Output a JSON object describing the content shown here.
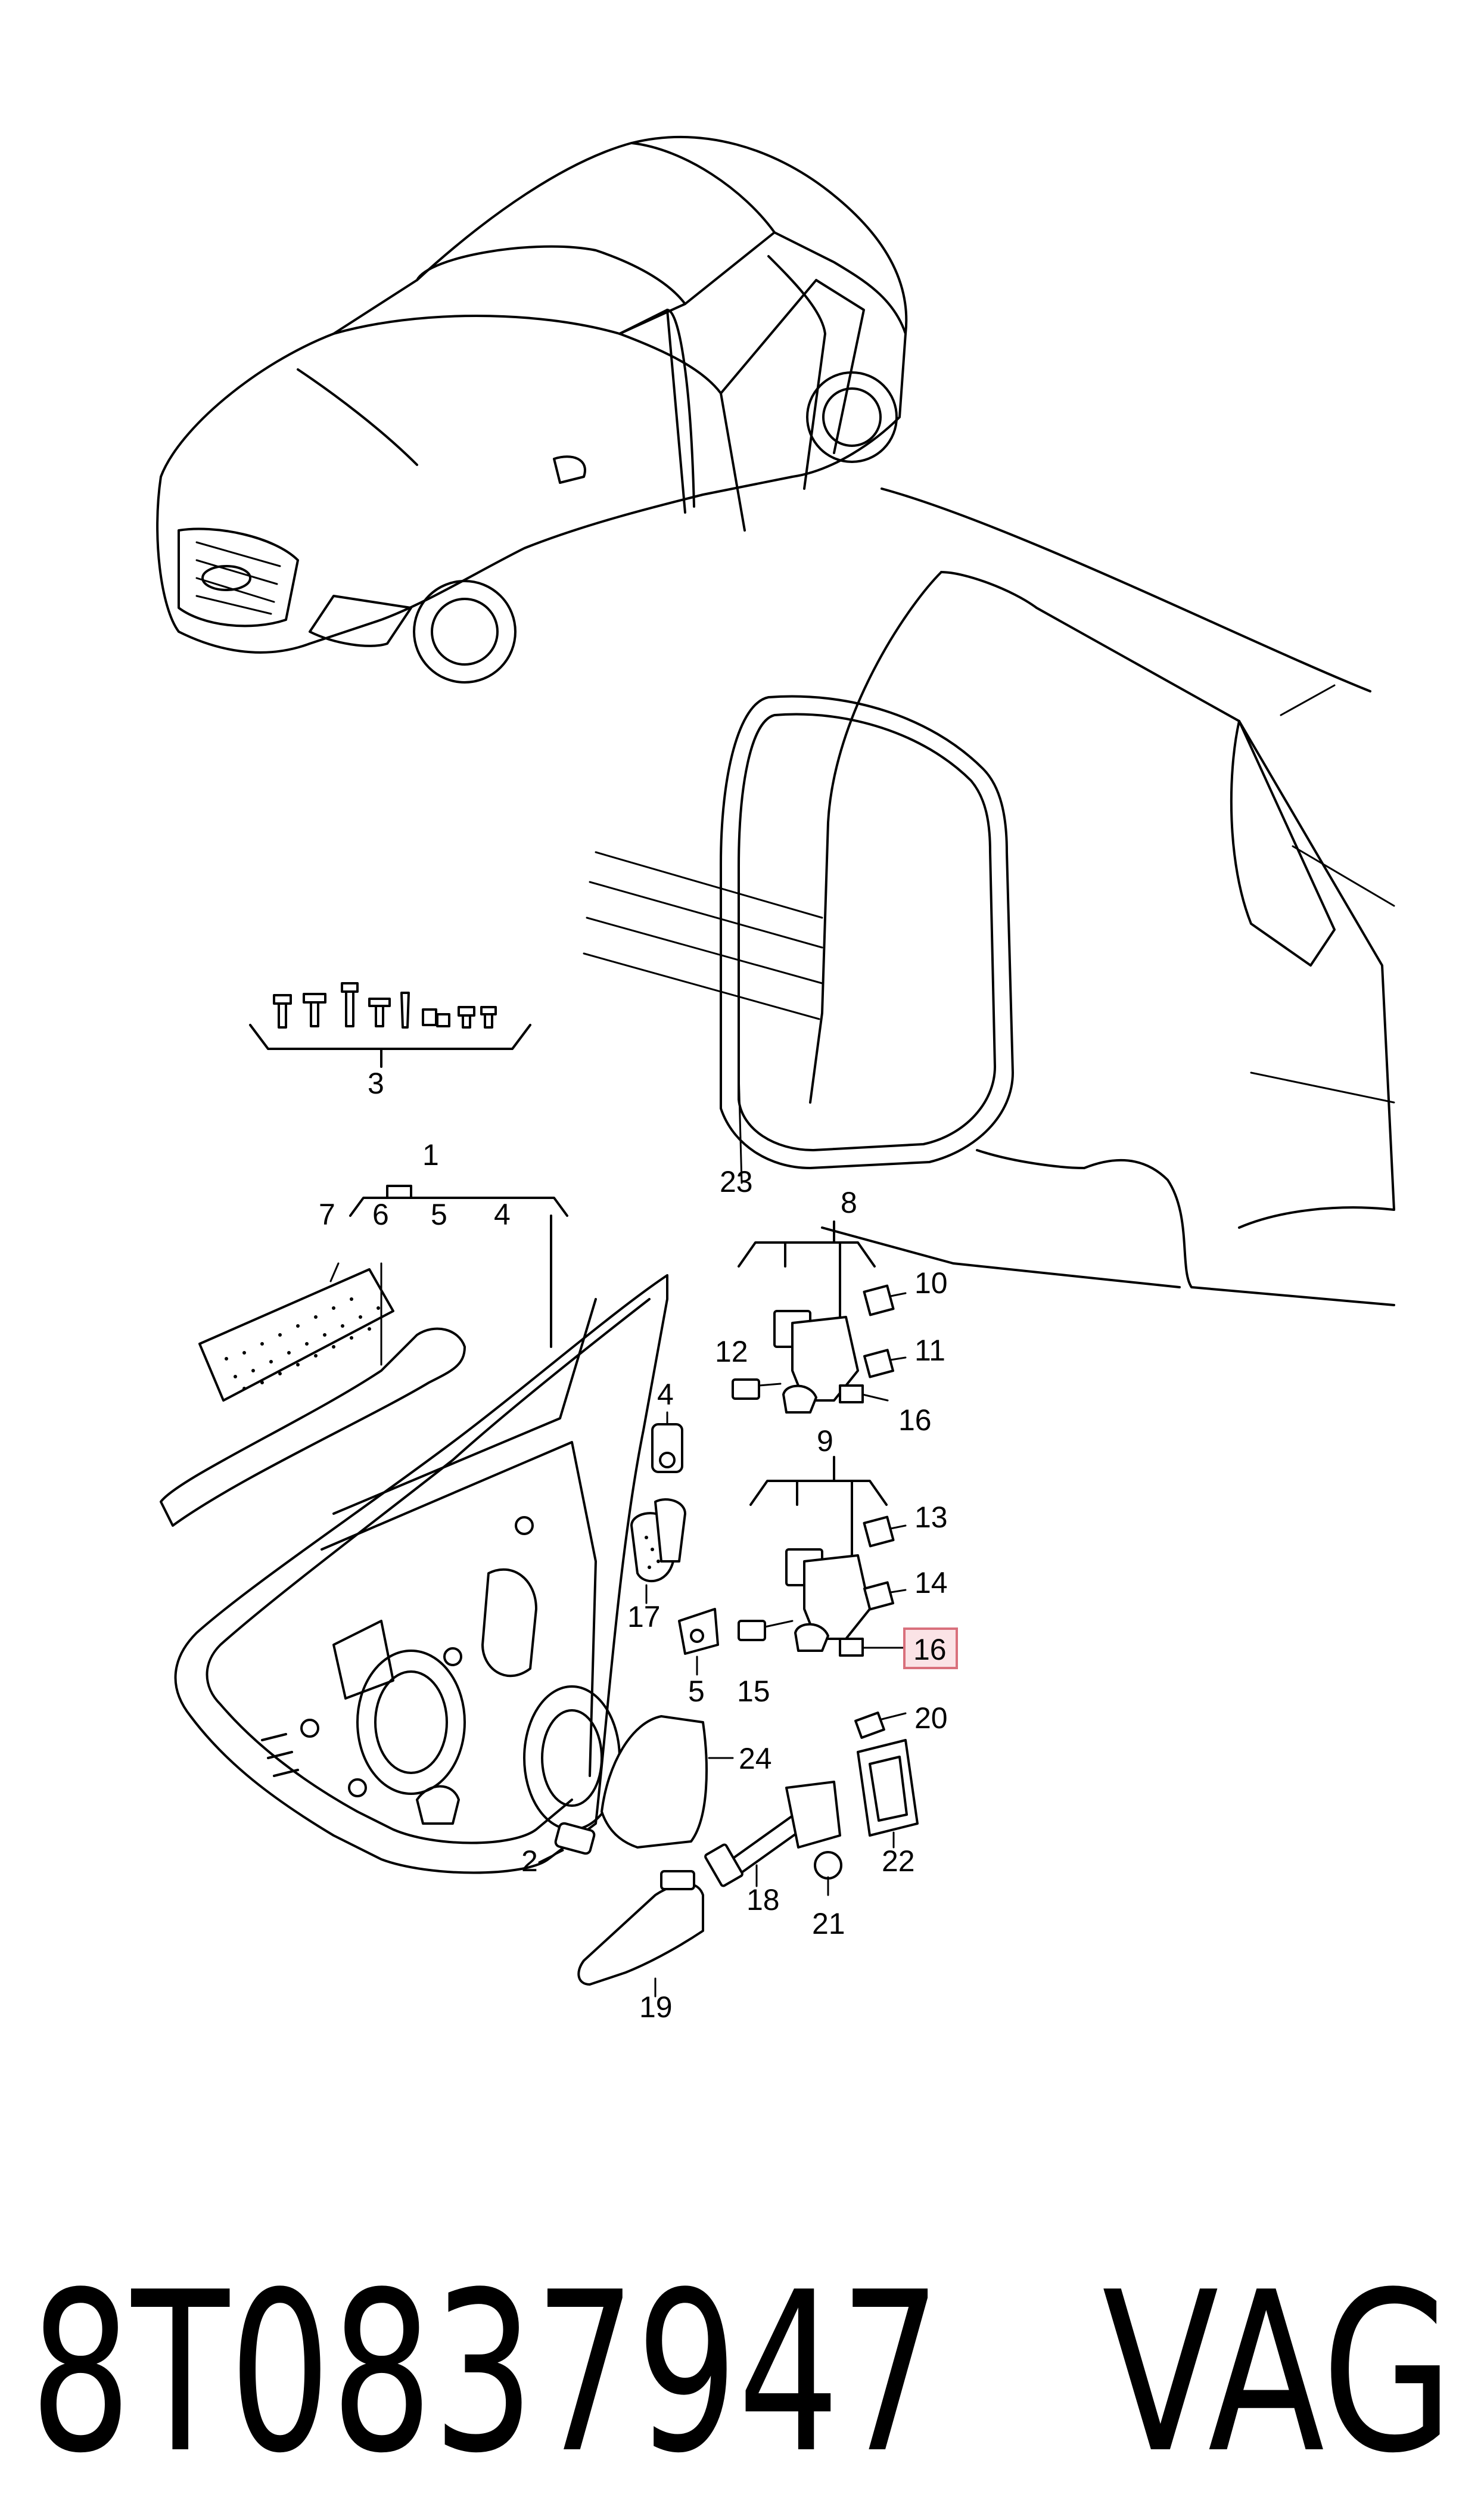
{
  "diagram": {
    "labels": {
      "p1": "1",
      "p2": "2",
      "p3": "3",
      "p4a": "4",
      "p4b": "4",
      "p5a": "5",
      "p5b": "5",
      "p6": "6",
      "p7": "7",
      "p8": "8",
      "p9": "9",
      "p10": "10",
      "p11": "11",
      "p12": "12",
      "p13": "13",
      "p14": "14",
      "p15": "15",
      "p16a": "16",
      "p16b": "16",
      "p17": "17",
      "p18": "18",
      "p19": "19",
      "p20": "20",
      "p21": "21",
      "p22": "22",
      "p23": "23",
      "p24": "24"
    },
    "highlighted_label": "16",
    "highlight_color": "#fbe3e6"
  },
  "footer": {
    "part_number": "8T0837947",
    "brand": "VAG"
  }
}
